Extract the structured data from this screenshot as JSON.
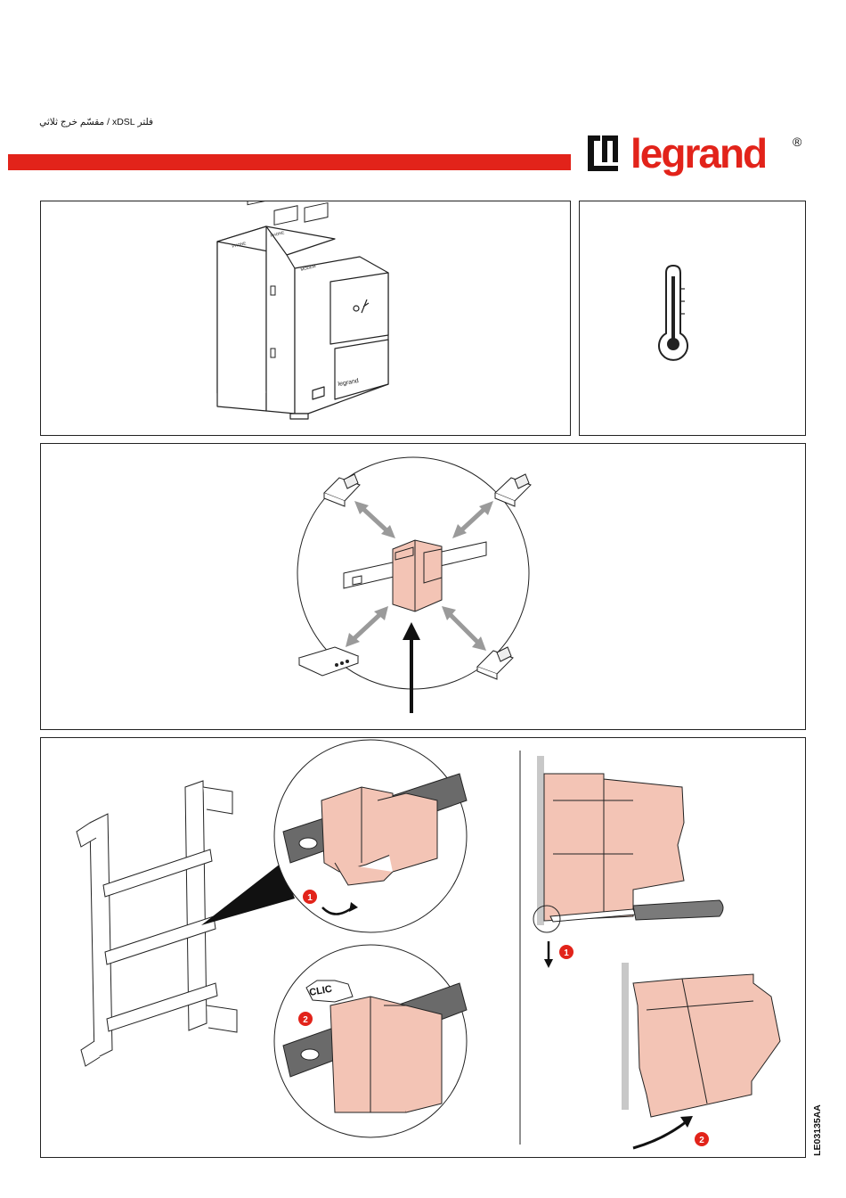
{
  "header": {
    "title": "فلتر xDSL / مقسّم خرج ثلاثي",
    "brand": "legrand",
    "brand_mark": "®",
    "accent_color": "#e2231a"
  },
  "product_panel": {
    "label_brand": "legrand",
    "port_labels": [
      "PHONE",
      "PHONE",
      "MODEM"
    ]
  },
  "install_panel": {
    "steps": [
      "1",
      "2"
    ],
    "clic_label": "CLIC"
  },
  "removal_panel": {
    "steps": [
      "1",
      "2"
    ]
  },
  "footer": {
    "doc_code": "LE03135AA"
  },
  "colors": {
    "module_fill": "#f3c4b5",
    "step_badge": "#e2231a",
    "arrow_grey": "#9a9a9a"
  },
  "icons": [
    "thermometer-icon",
    "phone-icon",
    "modem-icon",
    "screwdriver-icon",
    "din-rail-icon"
  ]
}
